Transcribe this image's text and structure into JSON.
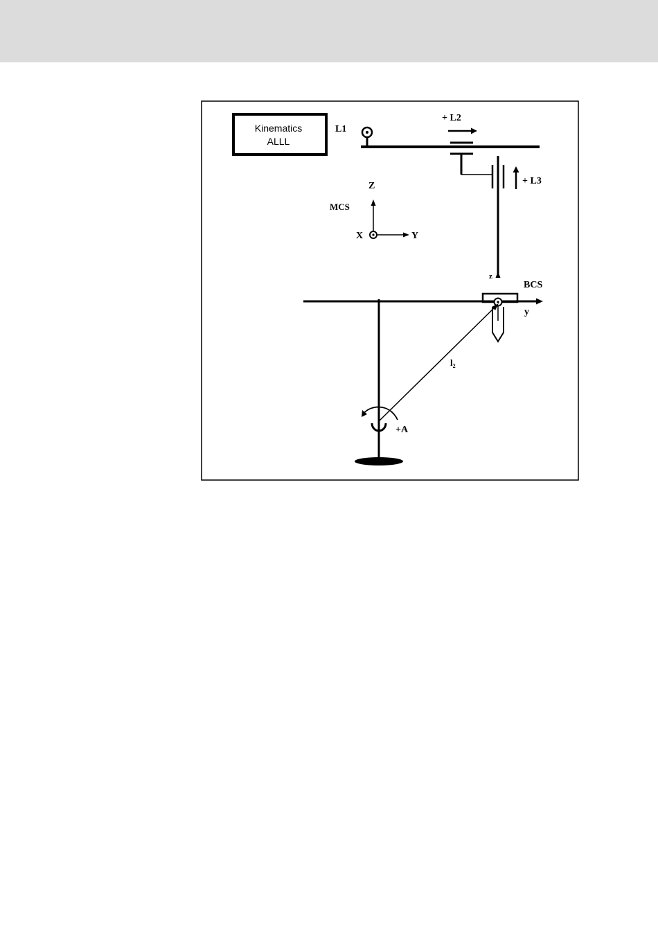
{
  "diagram": {
    "title_line1": "Kinematics",
    "title_line2": "ALLL",
    "labels": {
      "l1": "L1",
      "l2": "+ L2",
      "l3": "+ L3",
      "mcs": "MCS",
      "mcs_z": "Z",
      "mcs_x": "X",
      "mcs_y": "Y",
      "bcs": "BCS",
      "bcs_z": "z",
      "bcs_y": "y",
      "link_length": "l",
      "link_length_sub": "2",
      "rotation_axis": "+A"
    }
  }
}
